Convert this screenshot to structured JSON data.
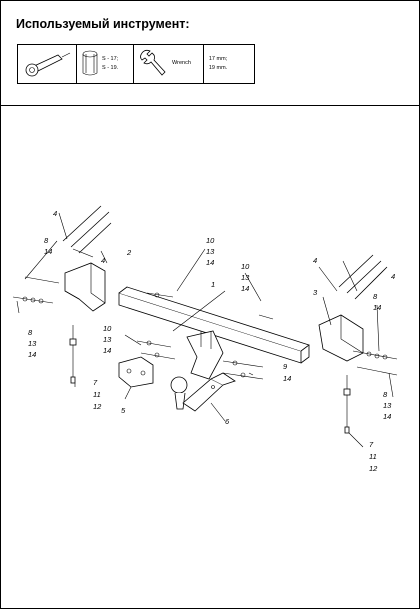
{
  "header": {
    "title": "Используемый инструмент:",
    "socket_sizes": [
      "S - 17;",
      "S - 19."
    ],
    "wrench_label": "Wrench",
    "wrench_sizes": [
      "17 mm;",
      "19 mm."
    ],
    "icons": [
      "ratchet-icon",
      "socket-icon",
      "wrench-icon"
    ]
  },
  "diagram": {
    "callouts": [
      "4",
      "2",
      "8",
      "14",
      "13",
      "7",
      "11",
      "12",
      "10",
      "1",
      "9",
      "5",
      "6",
      "3"
    ]
  }
}
